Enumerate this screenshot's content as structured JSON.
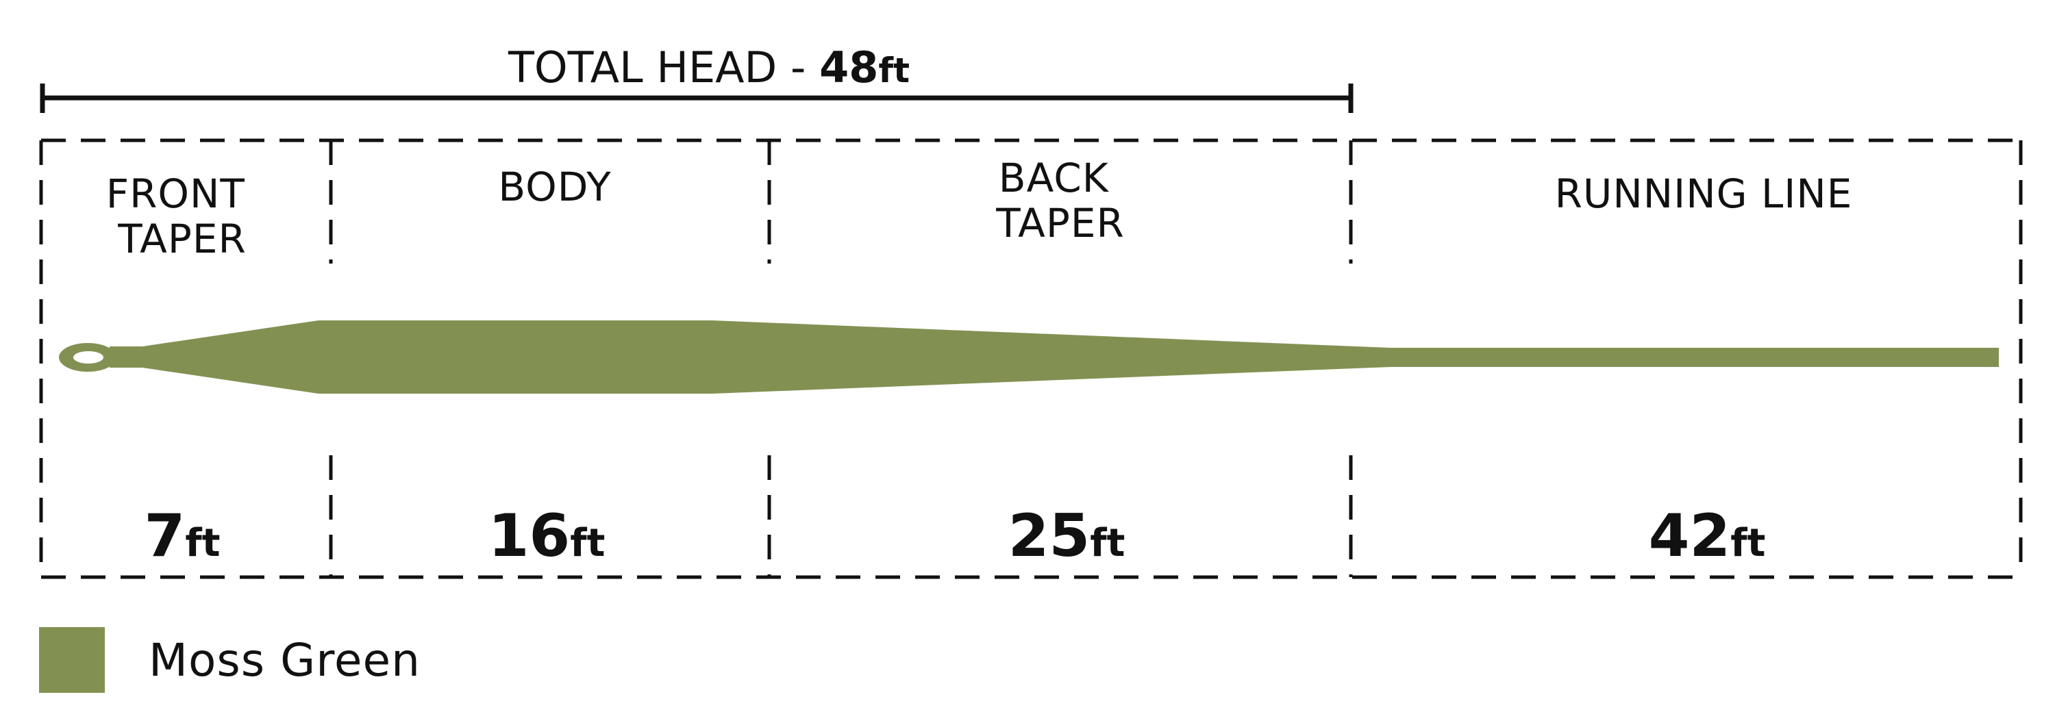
{
  "total_head": {
    "prefix": "TOTAL HEAD - ",
    "value": "48",
    "unit": "ft"
  },
  "sections": [
    {
      "label_lines": [
        "FRONT",
        "TAPER"
      ],
      "value": "7",
      "unit": "ft"
    },
    {
      "label_lines": [
        "BODY"
      ],
      "value": "16",
      "unit": "ft"
    },
    {
      "label_lines": [
        "BACK",
        "TAPER"
      ],
      "value": "25",
      "unit": "ft"
    },
    {
      "label_lines": [
        "RUNNING LINE"
      ],
      "value": "42",
      "unit": "ft"
    }
  ],
  "line_color": "#829152",
  "legend": {
    "color": "#829152",
    "label": "Moss Green"
  }
}
